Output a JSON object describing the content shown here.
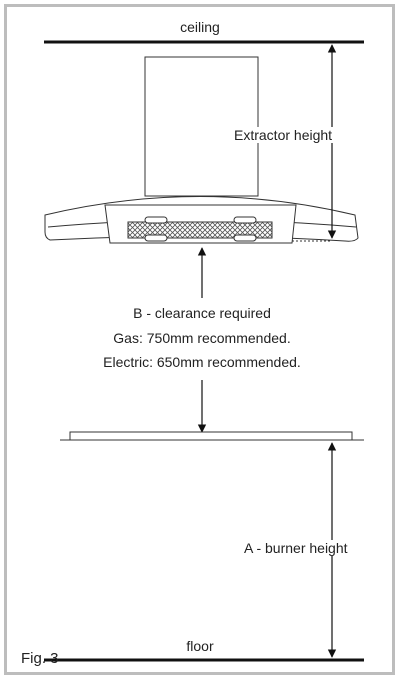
{
  "labels": {
    "ceiling": "ceiling",
    "extractor_height": "Extractor height",
    "clearance_line1": "B - clearance required",
    "clearance_line2": "Gas: 750mm recommended.",
    "clearance_line3": "Electric: 650mm recommended.",
    "burner_height": "A - burner height",
    "floor": "floor",
    "figure_label": "Fig. 3"
  },
  "colors": {
    "frame": "#bdbdbd",
    "line": "#111111",
    "text": "#222222",
    "mesh": "#555555"
  }
}
